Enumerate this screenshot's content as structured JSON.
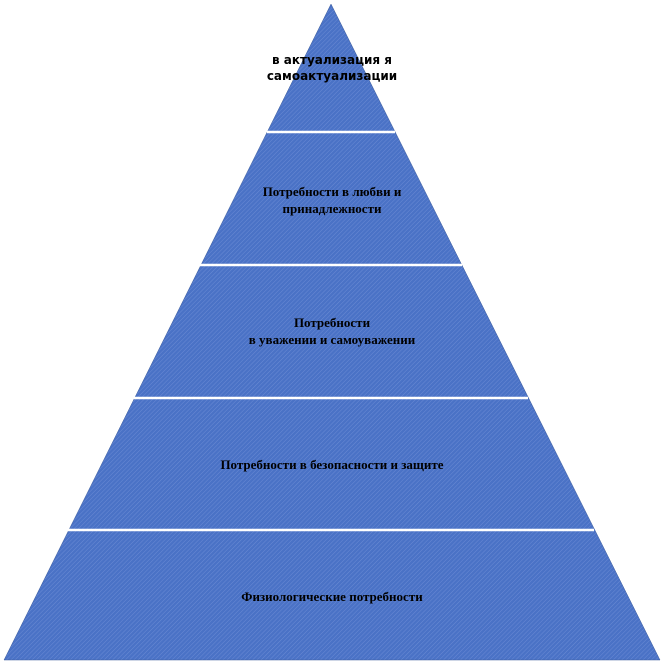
{
  "pyramid": {
    "fill_color": "#4a72c6",
    "divider_color": "#ffffff",
    "levels": [
      {
        "line1": "в актуализация я",
        "line2": "самоактуализации"
      },
      {
        "line1": "Потребности в любви и",
        "line2": "принадлежности"
      },
      {
        "line1": "Потребности",
        "line2": "в уважении и самоуважении"
      },
      {
        "line1": "Потребности в безопасности и защите"
      },
      {
        "line1": "Физиологические потребности"
      }
    ]
  }
}
